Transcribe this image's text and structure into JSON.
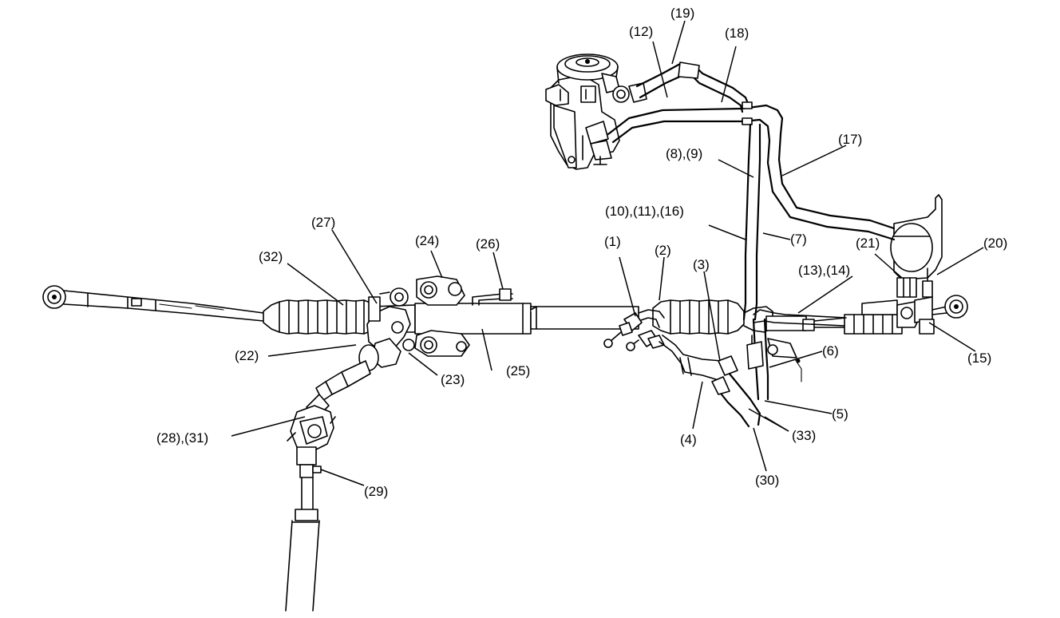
{
  "diagram": {
    "labels": {
      "p1": "(1)",
      "p2": "(2)",
      "p3": "(3)",
      "p4": "(4)",
      "p5": "(5)",
      "p6": "(6)",
      "p7": "(7)",
      "p8_9": "(8),(9)",
      "p10_11_16": "(10),(11),(16)",
      "p12": "(12)",
      "p13_14": "(13),(14)",
      "p15": "(15)",
      "p17": "(17)",
      "p18": "(18)",
      "p19": "(19)",
      "p20": "(20)",
      "p21": "(21)",
      "p22": "(22)",
      "p23": "(23)",
      "p24": "(24)",
      "p25": "(25)",
      "p26": "(26)",
      "p27": "(27)",
      "p28_31": "(28),(31)",
      "p29": "(29)",
      "p30": "(30)",
      "p32": "(32)",
      "p33": "(33)"
    }
  }
}
